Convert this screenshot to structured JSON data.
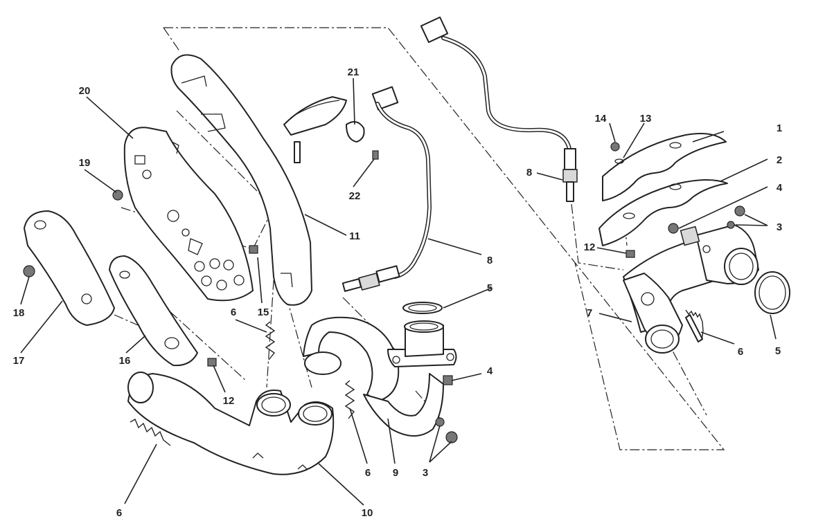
{
  "callouts": [
    {
      "id": "c1",
      "text": "1"
    },
    {
      "id": "c2",
      "text": "2"
    },
    {
      "id": "c3a",
      "text": "3"
    },
    {
      "id": "c3b",
      "text": "3"
    },
    {
      "id": "c4a",
      "text": "4"
    },
    {
      "id": "c4b",
      "text": "4"
    },
    {
      "id": "c5a",
      "text": "5"
    },
    {
      "id": "c5b",
      "text": "5"
    },
    {
      "id": "c6a",
      "text": "6"
    },
    {
      "id": "c6b",
      "text": "6"
    },
    {
      "id": "c6c",
      "text": "6"
    },
    {
      "id": "c6d",
      "text": "6"
    },
    {
      "id": "c7",
      "text": "7"
    },
    {
      "id": "c8a",
      "text": "8"
    },
    {
      "id": "c8b",
      "text": "8"
    },
    {
      "id": "c9",
      "text": "9"
    },
    {
      "id": "c10",
      "text": "10"
    },
    {
      "id": "c11",
      "text": "11"
    },
    {
      "id": "c12a",
      "text": "12"
    },
    {
      "id": "c12b",
      "text": "12"
    },
    {
      "id": "c13",
      "text": "13"
    },
    {
      "id": "c14",
      "text": "14"
    },
    {
      "id": "c15",
      "text": "15"
    },
    {
      "id": "c16",
      "text": "16"
    },
    {
      "id": "c17",
      "text": "17"
    },
    {
      "id": "c18",
      "text": "18"
    },
    {
      "id": "c19",
      "text": "19"
    },
    {
      "id": "c20",
      "text": "20"
    },
    {
      "id": "c21",
      "text": "21"
    },
    {
      "id": "c22",
      "text": "22"
    }
  ]
}
